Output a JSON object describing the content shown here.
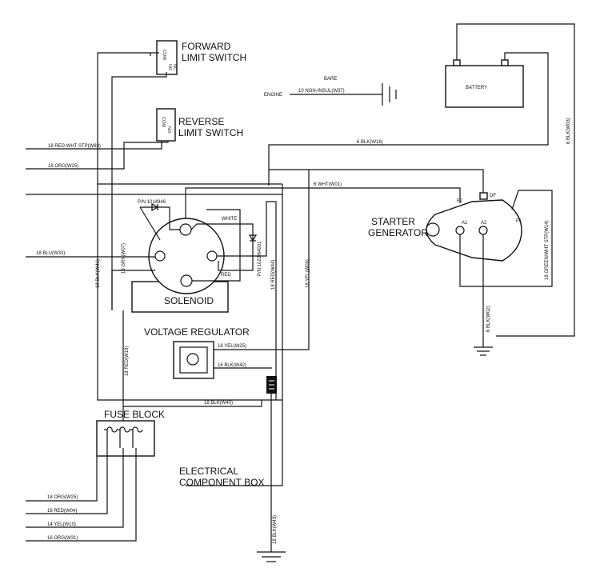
{
  "components": {
    "forward_switch": {
      "title_line1": "FORWARD",
      "title_line2": "LIMIT SWITCH",
      "pins": [
        "COM",
        "NO",
        "NC"
      ]
    },
    "reverse_switch": {
      "title_line1": "REVERSE",
      "title_line2": "LIMIT SWITCH",
      "pins": [
        "COM",
        "NO"
      ]
    },
    "battery": {
      "label": "BATTERY"
    },
    "engine": {
      "label": "ENGINE",
      "ground_label": "BARE",
      "wire_label": "10 NON-INSUL(W37)"
    },
    "starter_generator": {
      "title_line1": "STARTER",
      "title_line2": "GENERATOR",
      "terminals": [
        "F2",
        "DF",
        "A1",
        "A2",
        "F1"
      ]
    },
    "solenoid": {
      "label": "SOLENOID",
      "part_number": "P/N 1014946",
      "diode_part": "P/N 1022/64001",
      "white_label": "WHITE",
      "red_label": "RED"
    },
    "voltage_regulator": {
      "label": "VOLTAGE REGULATOR"
    },
    "fuse_block": {
      "label": "FUSE BLOCK"
    },
    "component_box": {
      "line1": "ELECTRICAL",
      "line2": "COMPONENT BOX"
    }
  },
  "wires": {
    "red_wht_stp": "18 RED WHT STP(W83)",
    "org_w25_top": "18 ORG(W25)",
    "blu_w33": "18 BLU(W33)",
    "blk_w41": "18 BLK(W41)",
    "grn_w07": "18 GRN(W07)",
    "red_w44": "18 RED(W44)",
    "yel_w09": "18 YEL(W09)",
    "red_w19": "18 RED(W19)",
    "blk_w16": "6 BLK(W16)",
    "wht_w01": "6 WHT(W01)",
    "blk_w03": "6 BLK(W03)",
    "green_w14": "18 GREEN/WHT STP(W14)",
    "yel_w25_vr": "18 YEL(W25)",
    "blk_w42": "16 BLK(W42)",
    "blk_w40": "18 BLK(W40)",
    "blk_w02": "6 BLK(W02)",
    "org_w25_bottom": "18 ORG(W25)",
    "red_w04": "18 RED(W04)",
    "yel_w10": "14 YEL(W10)",
    "org_w31": "16 ORG(W31)",
    "blk_w43": "18 BLK(W43)"
  }
}
